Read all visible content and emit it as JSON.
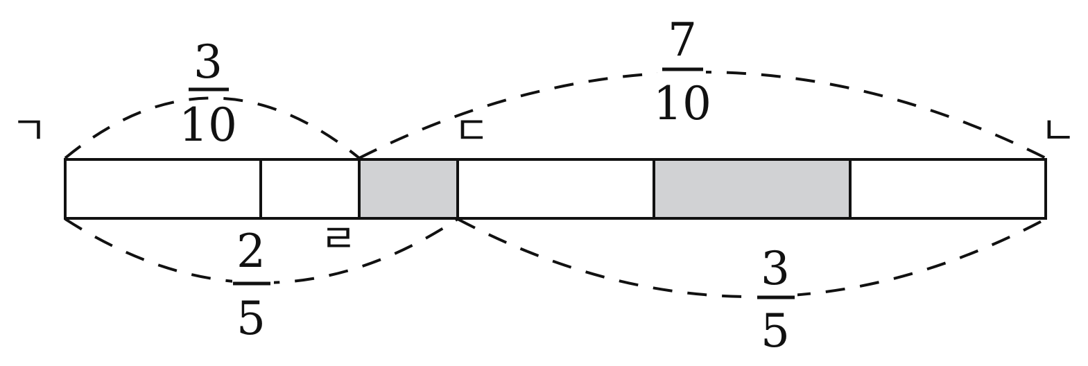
{
  "points": {
    "g": "ㄱ",
    "n": "ㄴ",
    "d": "ㄷ",
    "r": "ㄹ"
  },
  "fractions": {
    "top_left": {
      "num": "3",
      "den": "10"
    },
    "top_right": {
      "num": "7",
      "den": "10"
    },
    "bottom_left": {
      "num": "2",
      "den": "5"
    },
    "bottom_right": {
      "num": "3",
      "den": "5"
    }
  },
  "colors": {
    "shaded": "#d1d2d4",
    "empty": "#ffffff",
    "stroke": "#111111"
  },
  "segments": [
    {
      "shaded": false
    },
    {
      "shaded": false
    },
    {
      "shaded": true
    },
    {
      "shaded": false
    },
    {
      "shaded": true
    },
    {
      "shaded": false
    }
  ]
}
